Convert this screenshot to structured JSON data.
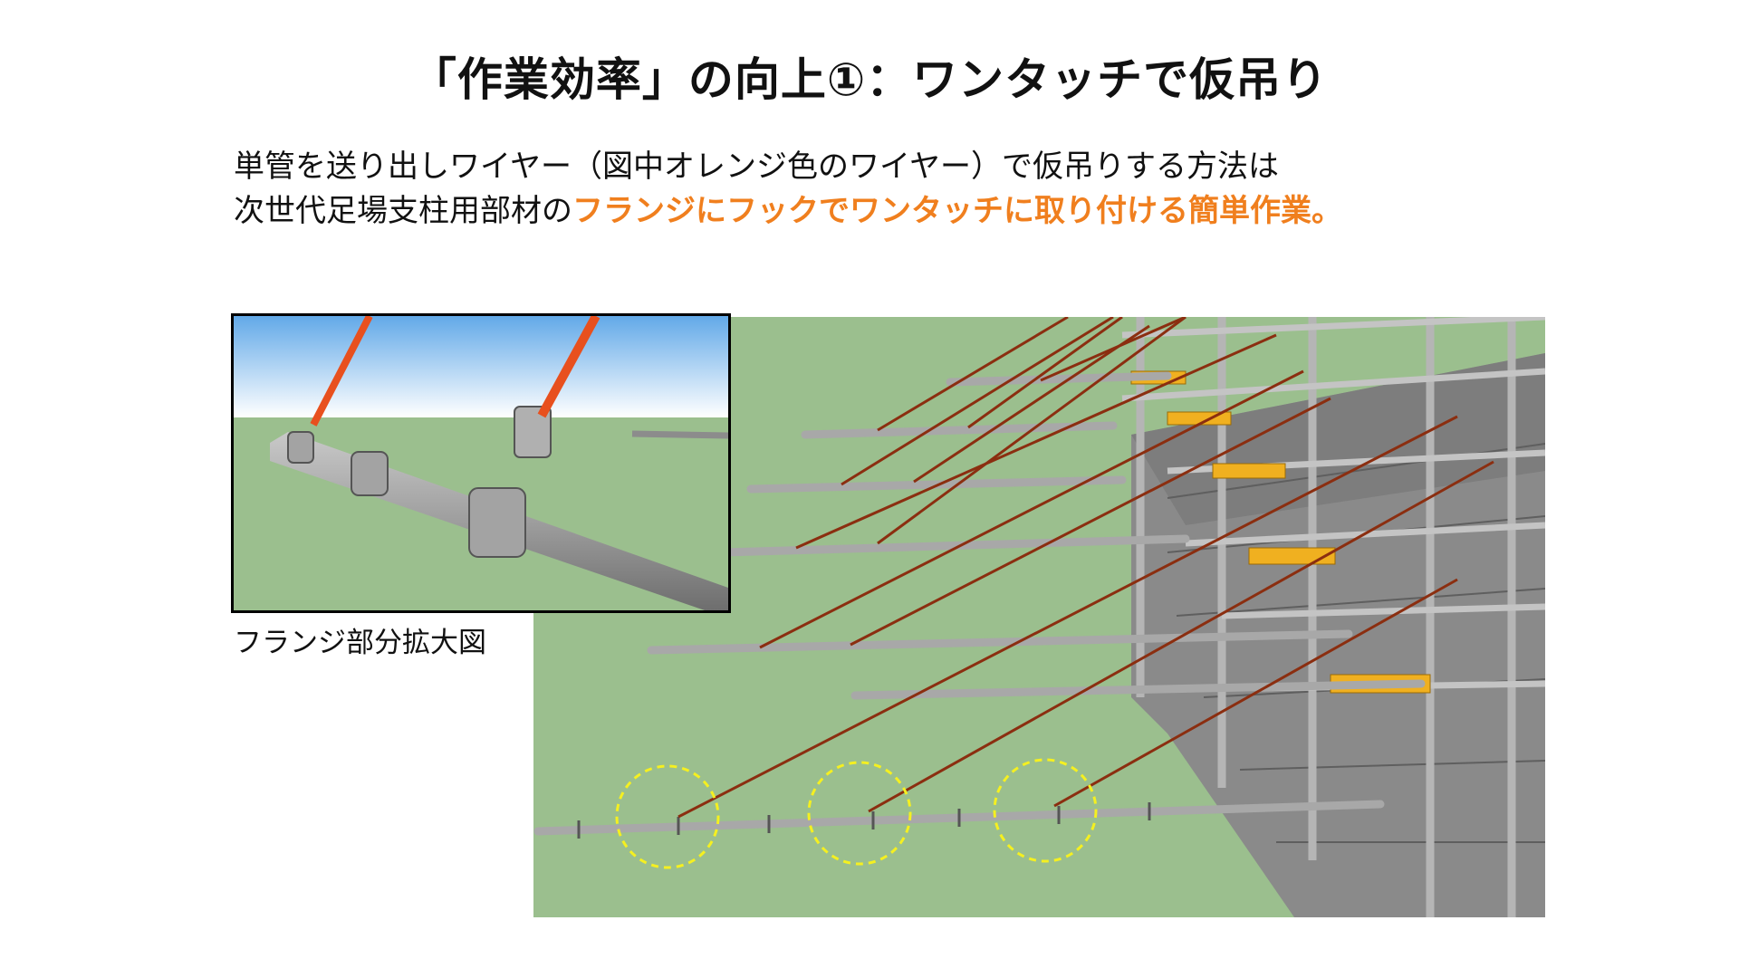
{
  "slide": {
    "title": "「作業効率」の向上①：ワンタッチで仮吊り"
  },
  "description": {
    "line1": "単管を送り出しワイヤー（図中オレンジ色のワイヤー）で仮吊りする方法は",
    "line2_prefix": "次世代足場支柱用部材の",
    "line2_highlight": "フランジにフックでワンタッチに取り付ける簡単作業。"
  },
  "figure": {
    "inset_caption": "フランジ部分拡大図"
  },
  "colors": {
    "highlight": "#f07f1e",
    "wire": "#8b2e10",
    "ground": "#9bbf8e",
    "sky_top": "#62a9e8",
    "sky_bottom": "#ffffff",
    "pipe": "#a8a8a8",
    "clamp": "#f0b020",
    "marker_circle": "#f5f020"
  }
}
